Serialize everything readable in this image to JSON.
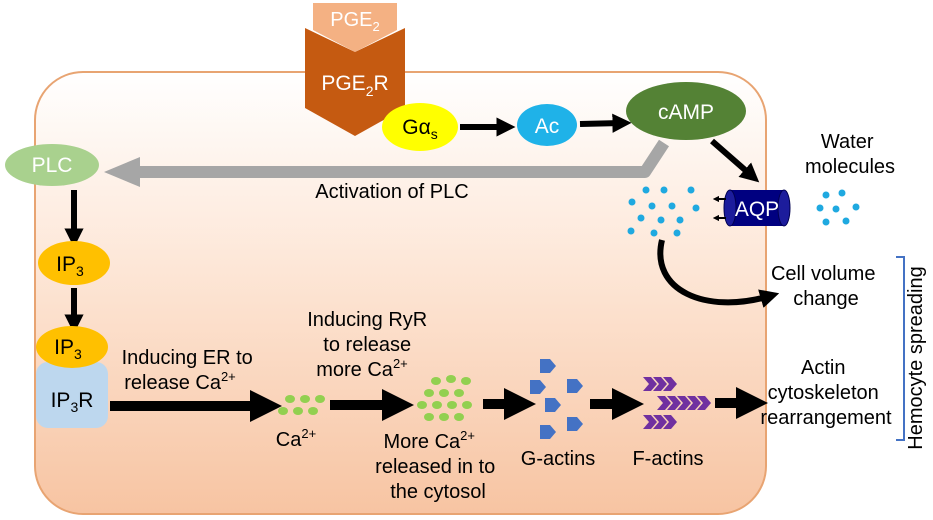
{
  "nodes": {
    "pge2": {
      "base": "PGE",
      "sub": "2"
    },
    "pge2r": {
      "base": "PGE",
      "sub": "2",
      "tail": "R"
    },
    "galphas": {
      "base": "Gα",
      "sub": "s"
    },
    "ac": "Ac",
    "camp": "cAMP",
    "plc": "PLC",
    "ip3_top": {
      "base": "IP",
      "sub": "3"
    },
    "ip3_mid": {
      "base": "IP",
      "sub": "3"
    },
    "ip3r": {
      "base": "IP",
      "sub": "3",
      "tail": "R"
    },
    "aqp": "AQP"
  },
  "labels": {
    "activation_plc": "Activation of PLC",
    "water_line1": "Water",
    "water_line2": "molecules",
    "cell_volume_line1": "Cell volume",
    "cell_volume_line2": "change",
    "inducing_er_line1": "Inducing ER to",
    "inducing_er_line2": "release Ca",
    "inducing_er_sup": "2+",
    "inducing_ryr_line1": "Inducing RyR",
    "inducing_ryr_line2": "to release",
    "inducing_ryr_line3": "more Ca",
    "inducing_ryr_sup": "2+",
    "ca_base": "Ca",
    "ca_sup": "2+",
    "more_ca_line1": "More Ca",
    "more_ca_sup": "2+",
    "more_ca_line2": "released in to",
    "more_ca_line3": "the cytosol",
    "g_actins": "G-actins",
    "f_actins": "F-actins",
    "actin_line1": "Actin",
    "actin_line2": "cytoskeleton",
    "actin_line3": "rearrangement",
    "hemocyte": "Hemocyte spreading"
  },
  "colors": {
    "cell_border": "#e8a472",
    "cell_fill_top": "#ffffff",
    "cell_fill_bottom": "#f7c8a8",
    "pge2": "#f4b183",
    "pge2r": "#c55a11",
    "galphas": "#ffff00",
    "ac": "#1fb2e8",
    "camp": "#548235",
    "plc": "#a9d18e",
    "ip3": "#ffc000",
    "ip3r": "#bdd7ee",
    "aqp": "#000080",
    "calcium": "#92d050",
    "water": "#1fa9e0",
    "g_actin": "#4472c4",
    "f_actin": "#7030a0",
    "plc_arrow": "#a6a6a6",
    "bracket": "#4472c4"
  }
}
